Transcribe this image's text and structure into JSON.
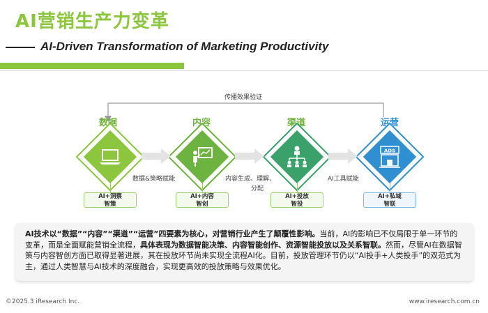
{
  "title": "AI营销生产力变革",
  "subtitle": "AI-Driven Transformation of Marketing Productivity",
  "feedback_label": "传播效果验证",
  "stages": [
    {
      "name": "数据",
      "box_line1": "AI+洞察",
      "box_line2": "智策",
      "icon": "laptop-icon"
    },
    {
      "name": "内容",
      "box_line1": "AI+内容",
      "box_line2": "智创",
      "icon": "presenter-icon"
    },
    {
      "name": "渠道",
      "box_line1": "AI+投放",
      "box_line2": "智投",
      "icon": "org-chart-icon"
    },
    {
      "name": "运营",
      "box_line1": "AI+私域",
      "box_line2": "智联",
      "icon": "ads-store-icon"
    }
  ],
  "transitions": [
    {
      "line1": "数据&策略赋能",
      "line2": ""
    },
    {
      "line1": "内容生成、理解、",
      "line2": "分配"
    },
    {
      "line1": "AI工具赋能",
      "line2": ""
    }
  ],
  "summary": {
    "p1_bold": "AI技术以“数据”“内容”“渠道”“运营”四要素为核心，对营销行业产生了颠覆性影响。",
    "p2": "当前，AI的影响已不仅局限于单一环节的变革，而是全面赋能营销全流程，",
    "p3_bold": "具体表现为数据智能决策、内容智能创作、资源智能投放以及关系智联。",
    "p4": "然而，尽管AI在数据智策与内容智创方面已取得显著进展，其在投放环节尚未实现全流程AI化。目前，投放管理环节仍以“AI投手+人类投手”的双范式为主，通过人类智慧与AI技术的深度融合，实现更高效的投放策略与效果优化。"
  },
  "footer": {
    "left": "©2025.3 iResearch Inc.",
    "right": "www.iresearch.com.cn"
  },
  "colors": {
    "accent_green": "#8cc63f",
    "mid_green": "#6db33f",
    "teal_green": "#3aa16b",
    "blue": "#2f8fd0"
  }
}
